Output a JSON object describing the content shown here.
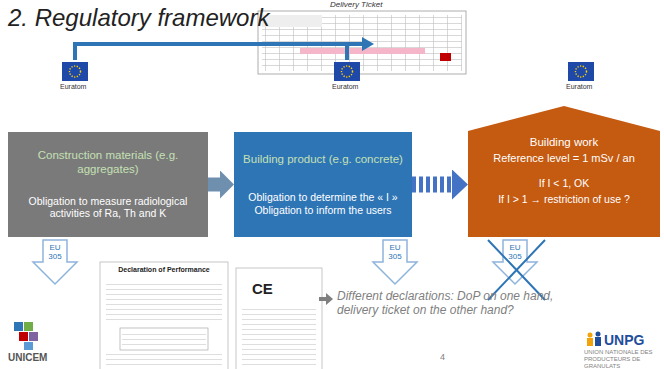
{
  "diagram": {
    "title": "2. Regulatory framework",
    "nodes": [
      {
        "text": [
          "Construction materials (e.g. aggregates)",
          "Obligation to measure radiological activities of Ra, Th and K"
        ]
      },
      {
        "text": [
          "Building product (e.g. concrete)",
          "Obligation to determine the « I » Obligation to inform the users"
        ]
      },
      {
        "text": [
          "Building work",
          "Reference level = 1 mSv / an",
          "If I < 1, OK",
          "If I > 1 → restriction of use ?"
        ]
      }
    ],
    "edges": [
      {
        "from": 0,
        "to": 1,
        "arrow": "to"
      },
      {
        "from": 1,
        "to": 2,
        "arrow": "to"
      }
    ],
    "labels": [
      "Delivery Ticket",
      "Euratom",
      "Euratom",
      "Euratom",
      "EU 305",
      "EU 305",
      "EU 305",
      "Declaration of Performance",
      "CE",
      "Different declarations: DoP on one hand, delivery ticket on the other hand?",
      "UNICEM",
      "UNPG",
      "UNION NATIONALE DES PRODUCTEURS DE GRANULATS",
      "4"
    ]
  }
}
